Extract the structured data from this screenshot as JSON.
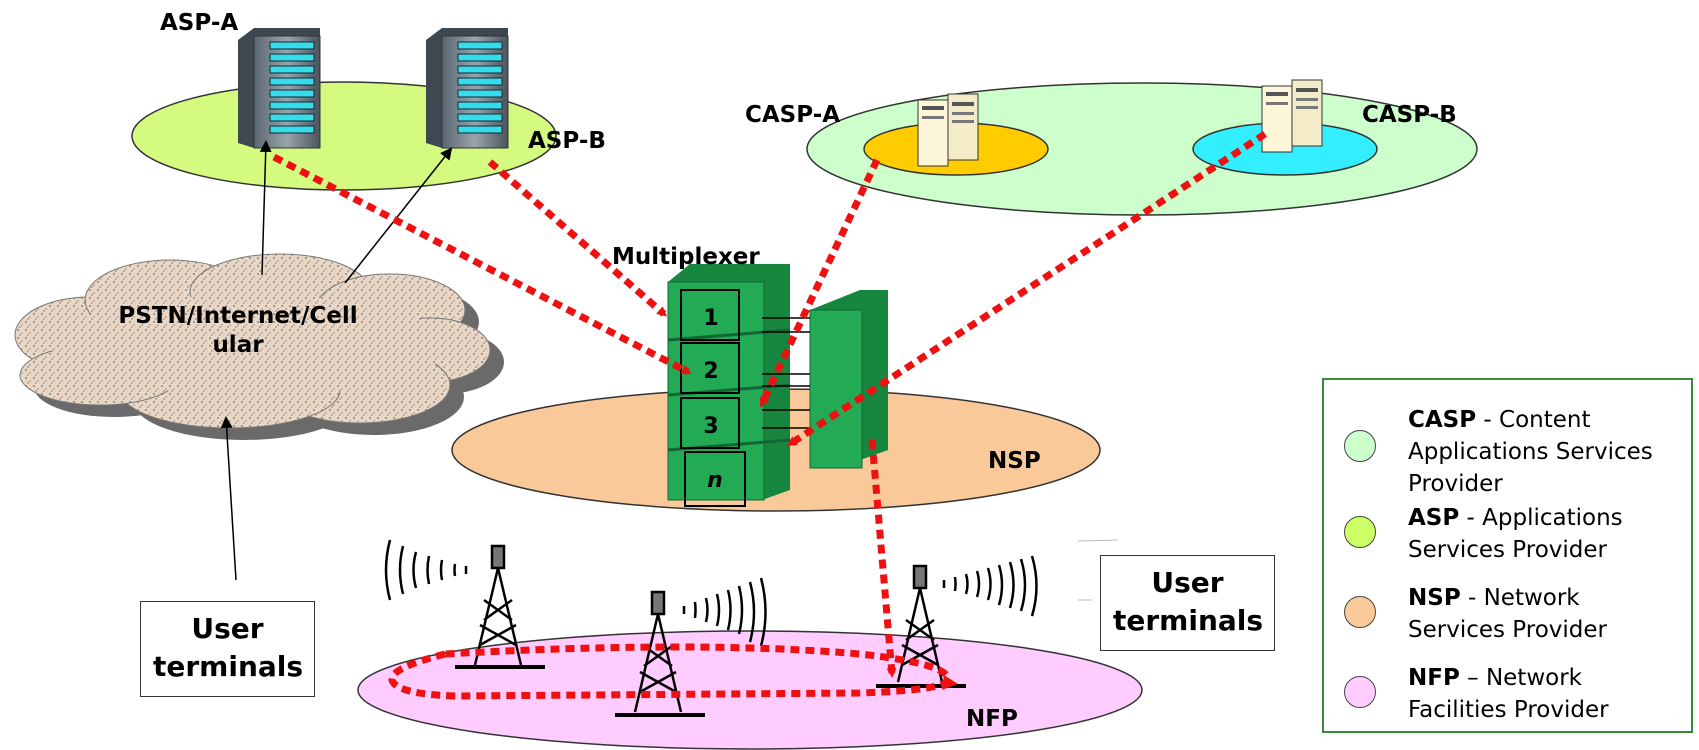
{
  "labels": {
    "asp_a": "ASP-A",
    "asp_b": "ASP-B",
    "casp_a": "CASP-A",
    "casp_b": "CASP-B",
    "multiplexer": "Multiplexer",
    "network_cloud": "PSTN/Internet/Cell ular",
    "nsp": "NSP",
    "nfp": "NFP"
  },
  "mux_slots": [
    "1",
    "2",
    "3",
    "n"
  ],
  "user_terminals_left": "User terminals",
  "user_terminals_right": "User terminals",
  "legend": [
    {
      "abbr": "CASP",
      "desc": " - Content Applications Services Provider",
      "color": "#ccffcc"
    },
    {
      "abbr": "ASP",
      "desc": " -  Applications Services Provider",
      "color": "#ccff66"
    },
    {
      "abbr": "NSP",
      "desc": " - Network Services Provider",
      "color": "#f9c99a"
    },
    {
      "abbr": "NFP",
      "desc": " – Network Facilities Provider",
      "color": "#ffccff"
    }
  ],
  "colors": {
    "asp_ellipse": "#d4fa7f",
    "casp_ellipse": "#ccffcc",
    "casp_a_inner": "#ffcc00",
    "casp_b_inner": "#33eeff",
    "nsp_ellipse": "#f9c99a",
    "nfp_ellipse": "#ffccff",
    "connection": "#ee1111",
    "mux_green": "#22aa55"
  }
}
